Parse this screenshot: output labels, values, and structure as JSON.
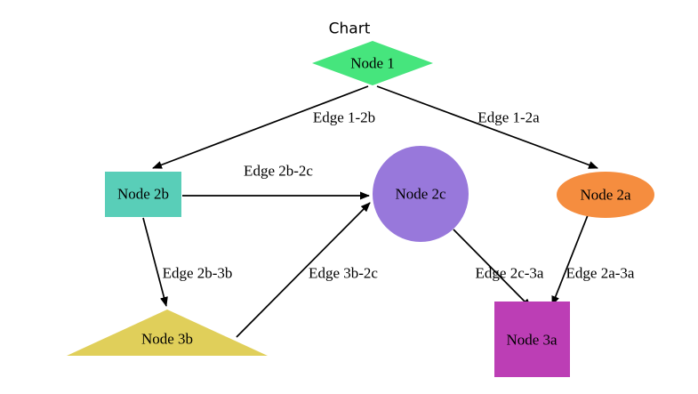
{
  "diagram": {
    "title": "Chart",
    "background_color": "#ffffff",
    "edge_color": "#000000",
    "text_color": "#000000",
    "nodes": [
      {
        "id": "node1",
        "label": "Node 1",
        "shape": "diamond",
        "color": "#46e57d"
      },
      {
        "id": "node2b",
        "label": "Node 2b",
        "shape": "rectangle",
        "color": "#59ceb8"
      },
      {
        "id": "node2c",
        "label": "Node 2c",
        "shape": "circle",
        "color": "#9878db"
      },
      {
        "id": "node2a",
        "label": "Node 2a",
        "shape": "ellipse",
        "color": "#f58d3f"
      },
      {
        "id": "node3b",
        "label": "Node 3b",
        "shape": "triangle",
        "color": "#e0cf5a"
      },
      {
        "id": "node3a",
        "label": "Node 3a",
        "shape": "square",
        "color": "#bc3eb5"
      }
    ],
    "edges": [
      {
        "label": "Edge 1-2b",
        "from": "node1",
        "to": "node2b"
      },
      {
        "label": "Edge 1-2a",
        "from": "node1",
        "to": "node2a"
      },
      {
        "label": "Edge 2b-2c",
        "from": "node2b",
        "to": "node2c"
      },
      {
        "label": "Edge 2b-3b",
        "from": "node2b",
        "to": "node3b"
      },
      {
        "label": "Edge 3b-2c",
        "from": "node3b",
        "to": "node2c"
      },
      {
        "label": "Edge 2c-3a",
        "from": "node2c",
        "to": "node3a"
      },
      {
        "label": "Edge 2a-3a",
        "from": "node2a",
        "to": "node3a"
      }
    ]
  }
}
